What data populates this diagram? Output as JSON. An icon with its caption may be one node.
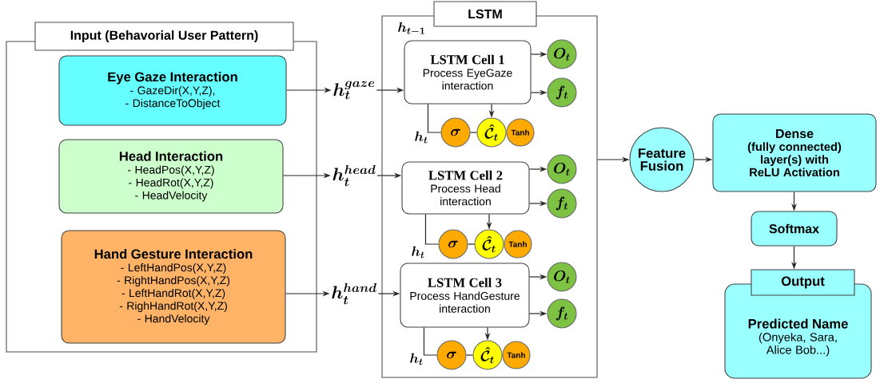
{
  "diagram": {
    "nodes": [
      {
        "text": [
          "Input (Behavorial User Pattern)"
        ]
      },
      {
        "text": [
          "Eye Gaze Interaction",
          "- GazeDir(X,Y,Z),",
          "- DistanceToObject"
        ],
        "in": 0
      },
      {
        "text": [
          "Head Interaction",
          "- HeadPos(X,Y,Z)",
          "- HeadRot(X,Y,Z)",
          "- HeadVelocity"
        ],
        "in": 0
      },
      {
        "text": [
          "Hand Gesture Interaction",
          "- LeftHandPos(X,Y,Z)",
          "- RightHandPos(X,Y,Z)",
          "- LeftHandRot(X,Y,Z)",
          "- RighHandRot(X,Y,Z)",
          "- HandVelocity"
        ],
        "in": 0
      },
      {
        "text": [
          "h_t^{gaze}"
        ]
      },
      {
        "text": [
          "h_t^{head}"
        ]
      },
      {
        "text": [
          "h_t^{hand}"
        ]
      },
      {
        "text": [
          "LSTM"
        ]
      },
      {
        "text": [
          "LSTM Cell 1",
          "Process EyeGaze interaction"
        ],
        "in": 7
      },
      {
        "text": [
          "O_t"
        ],
        "in": 7
      },
      {
        "text": [
          "f_t"
        ],
        "in": 7
      },
      {
        "text": [
          "\\sigma"
        ],
        "in": 7
      },
      {
        "text": [
          "\\hat{\\mathcal{C}}_t"
        ],
        "in": 7
      },
      {
        "text": [
          "Tanh"
        ],
        "in": 7
      },
      {
        "text": [
          "LSTM Cell 2",
          "Process Head interaction"
        ],
        "in": 7
      },
      {
        "text": [
          "O_t"
        ],
        "in": 7
      },
      {
        "text": [
          "f_t"
        ],
        "in": 7
      },
      {
        "text": [
          "\\sigma"
        ],
        "in": 7
      },
      {
        "text": [
          "\\hat{\\mathcal{C}}_t"
        ],
        "in": 7
      },
      {
        "text": [
          "Tanh"
        ],
        "in": 7
      },
      {
        "text": [
          "LSTM Cell 3",
          "Process HandGesture interaction"
        ],
        "in": 7
      },
      {
        "text": [
          "O_t"
        ],
        "in": 7
      },
      {
        "text": [
          "f_t"
        ],
        "in": 7
      },
      {
        "text": [
          "\\sigma"
        ],
        "in": 7
      },
      {
        "text": [
          "\\hat{\\mathcal{C}}_t"
        ],
        "in": 7
      },
      {
        "text": [
          "Tanh"
        ],
        "in": 7
      },
      {
        "text": [
          "Feature Fusion"
        ]
      },
      {
        "text": [
          "Dense",
          "(fully connected) layer(s) with ReLU Activation"
        ]
      },
      {
        "text": [
          "Softmax"
        ]
      },
      {
        "text": [
          "Output",
          "Predicted Name",
          "(Onyeka, Sara, Alice Bob...)"
        ]
      }
    ],
    "edges": [
      {
        "from": 1,
        "to": 4,
        "arrow": "to"
      },
      {
        "from": 4,
        "to": 8,
        "arrow": "to"
      },
      {
        "from": 2,
        "to": 5,
        "arrow": "to"
      },
      {
        "from": 5,
        "to": 14,
        "arrow": "to"
      },
      {
        "from": 3,
        "to": 6,
        "arrow": "to"
      },
      {
        "from": 6,
        "to": 20,
        "arrow": "to"
      },
      {
        "from": 8,
        "to": 9,
        "arrow": "to"
      },
      {
        "from": 8,
        "to": 10,
        "arrow": "to"
      },
      {
        "from": 8,
        "to": 12,
        "arrow": "to"
      },
      {
        "from": 8,
        "to": 11,
        "arrow": "none"
      },
      {
        "from": 11,
        "to": 12,
        "arrow": "none"
      },
      {
        "from": 14,
        "to": 15,
        "arrow": "to"
      },
      {
        "from": 14,
        "to": 16,
        "arrow": "to"
      },
      {
        "from": 14,
        "to": 18,
        "arrow": "to"
      },
      {
        "from": 14,
        "to": 17,
        "arrow": "none"
      },
      {
        "from": 17,
        "to": 18,
        "arrow": "none"
      },
      {
        "from": 20,
        "to": 21,
        "arrow": "to"
      },
      {
        "from": 20,
        "to": 22,
        "arrow": "to"
      },
      {
        "from": 20,
        "to": 24,
        "arrow": "to"
      },
      {
        "from": 20,
        "to": 23,
        "arrow": "none"
      },
      {
        "from": 23,
        "to": 24,
        "arrow": "none"
      },
      {
        "from": 7,
        "to": 26,
        "arrow": "to"
      },
      {
        "from": 26,
        "to": 27,
        "arrow": "to"
      },
      {
        "from": 27,
        "to": 28,
        "arrow": "to"
      },
      {
        "from": 28,
        "to": 29,
        "arrow": "to"
      }
    ],
    "labels": [
      "h_{t-1}",
      "h_t",
      "h_t",
      "h_t"
    ]
  }
}
